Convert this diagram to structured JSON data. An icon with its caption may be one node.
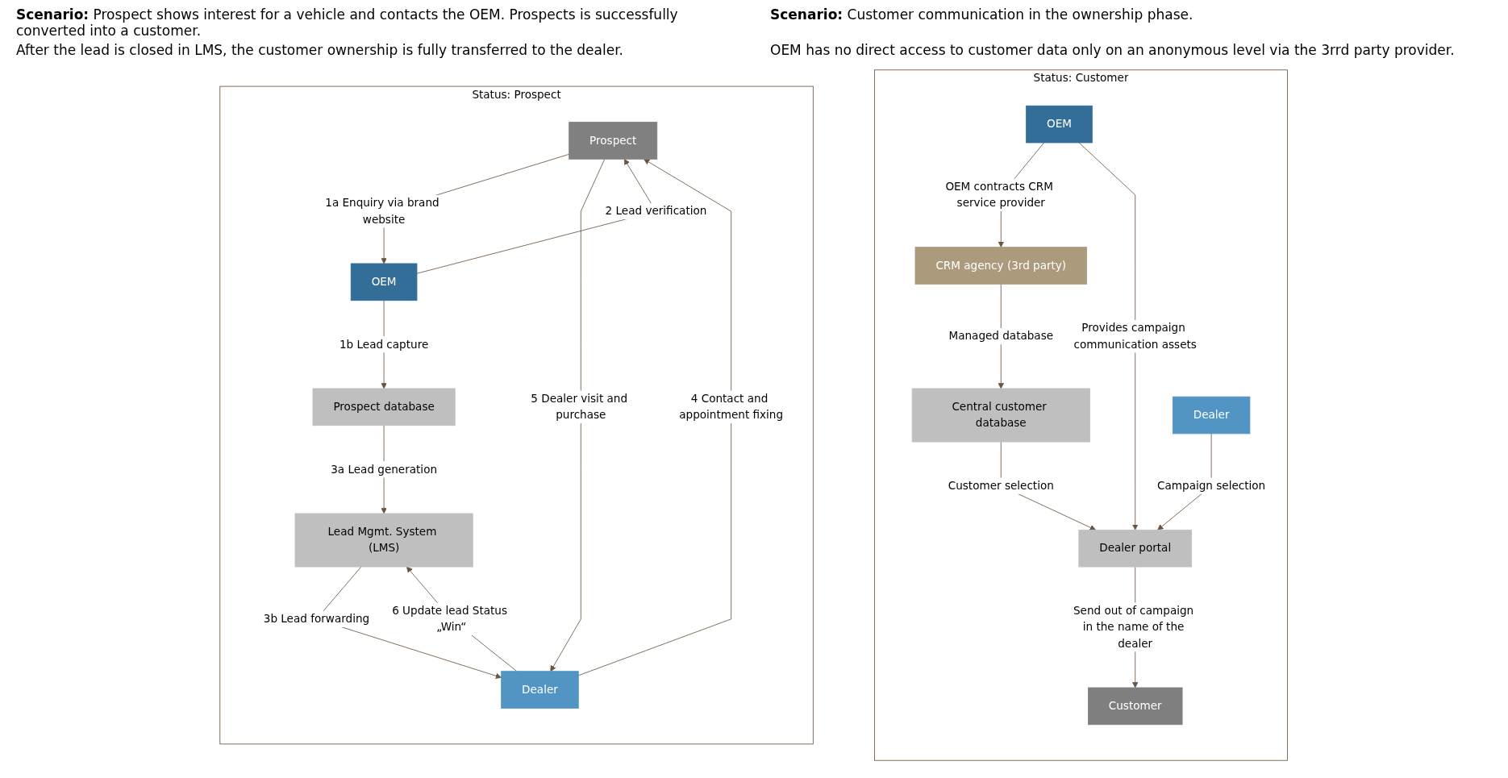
{
  "diagram": {
    "nodes": [
      {
        "text": [
          "Status: Prospect"
        ]
      },
      {
        "text": [
          "Prospect"
        ],
        "in": 0
      },
      {
        "text": [
          "OEM"
        ],
        "in": 0
      },
      {
        "text": [
          "Dealer"
        ],
        "in": 0
      },
      {
        "text": [
          "Prospect database"
        ],
        "in": 0
      },
      {
        "text": [
          "Lead Mgmt. System (LMS)"
        ],
        "in": 0
      },
      {
        "text": [
          "Status: Customer"
        ]
      },
      {
        "text": [
          "CRM agency (3rd party)"
        ],
        "in": 6
      },
      {
        "text": [
          "Central customer database"
        ],
        "in": 6
      },
      {
        "text": [
          "Customer"
        ],
        "in": 6
      },
      {
        "text": [
          "Dealer portal"
        ],
        "in": 6
      },
      {
        "text": [
          "OEM"
        ],
        "in": 6
      },
      {
        "text": [
          "Dealer"
        ],
        "in": 6
      }
    ],
    "edges": [
      {
        "from": 1,
        "to": 2,
        "arrow": "to",
        "label": "1a Enquiry via brand website"
      },
      {
        "from": 2,
        "to": 1,
        "arrow": "to",
        "label": "2 Lead verification"
      },
      {
        "from": 2,
        "to": 4,
        "arrow": "to",
        "label": "1b Lead capture"
      },
      {
        "from": 4,
        "to": 5,
        "arrow": "to",
        "label": "3a Lead generation"
      },
      {
        "from": 5,
        "to": 3,
        "arrow": "to",
        "label": "3b Lead forwarding"
      },
      {
        "from": 3,
        "to": 1,
        "arrow": "to",
        "label": "4 Contact and appointment fixing"
      },
      {
        "from": 1,
        "to": 3,
        "arrow": "to",
        "label": "5 Dealer visit and purchase"
      },
      {
        "from": 3,
        "to": 5,
        "arrow": "to",
        "label": "6 Update lead Status „Win“"
      },
      {
        "from": 11,
        "to": 7,
        "arrow": "to",
        "label": "OEM contracts CRM service provider"
      },
      {
        "from": 7,
        "to": 8,
        "arrow": "to",
        "label": "Managed database"
      },
      {
        "from": 8,
        "to": 10,
        "arrow": "to",
        "label": "Customer selection"
      },
      {
        "from": 11,
        "to": 10,
        "arrow": "to",
        "label": "Provides campaign communication assets"
      },
      {
        "from": 12,
        "to": 10,
        "arrow": "to",
        "label": "Campaign selection"
      },
      {
        "from": 10,
        "to": 9,
        "arrow": "to",
        "label": "Send out of campaign in the name of the dealer"
      }
    ],
    "labels": [
      "**Scenario:** Prospect shows interest for a vehicle and contacts the OEM. Prospects is successfully converted into a customer.",
      "After the lead is closed in LMS, the customer ownership is fully transferred to the dealer.",
      "**Scenario:** Customer communication in the ownership phase.",
      "OEM has no direct access to customer data only on an anonymous level via the 3rrd party provider."
    ]
  }
}
